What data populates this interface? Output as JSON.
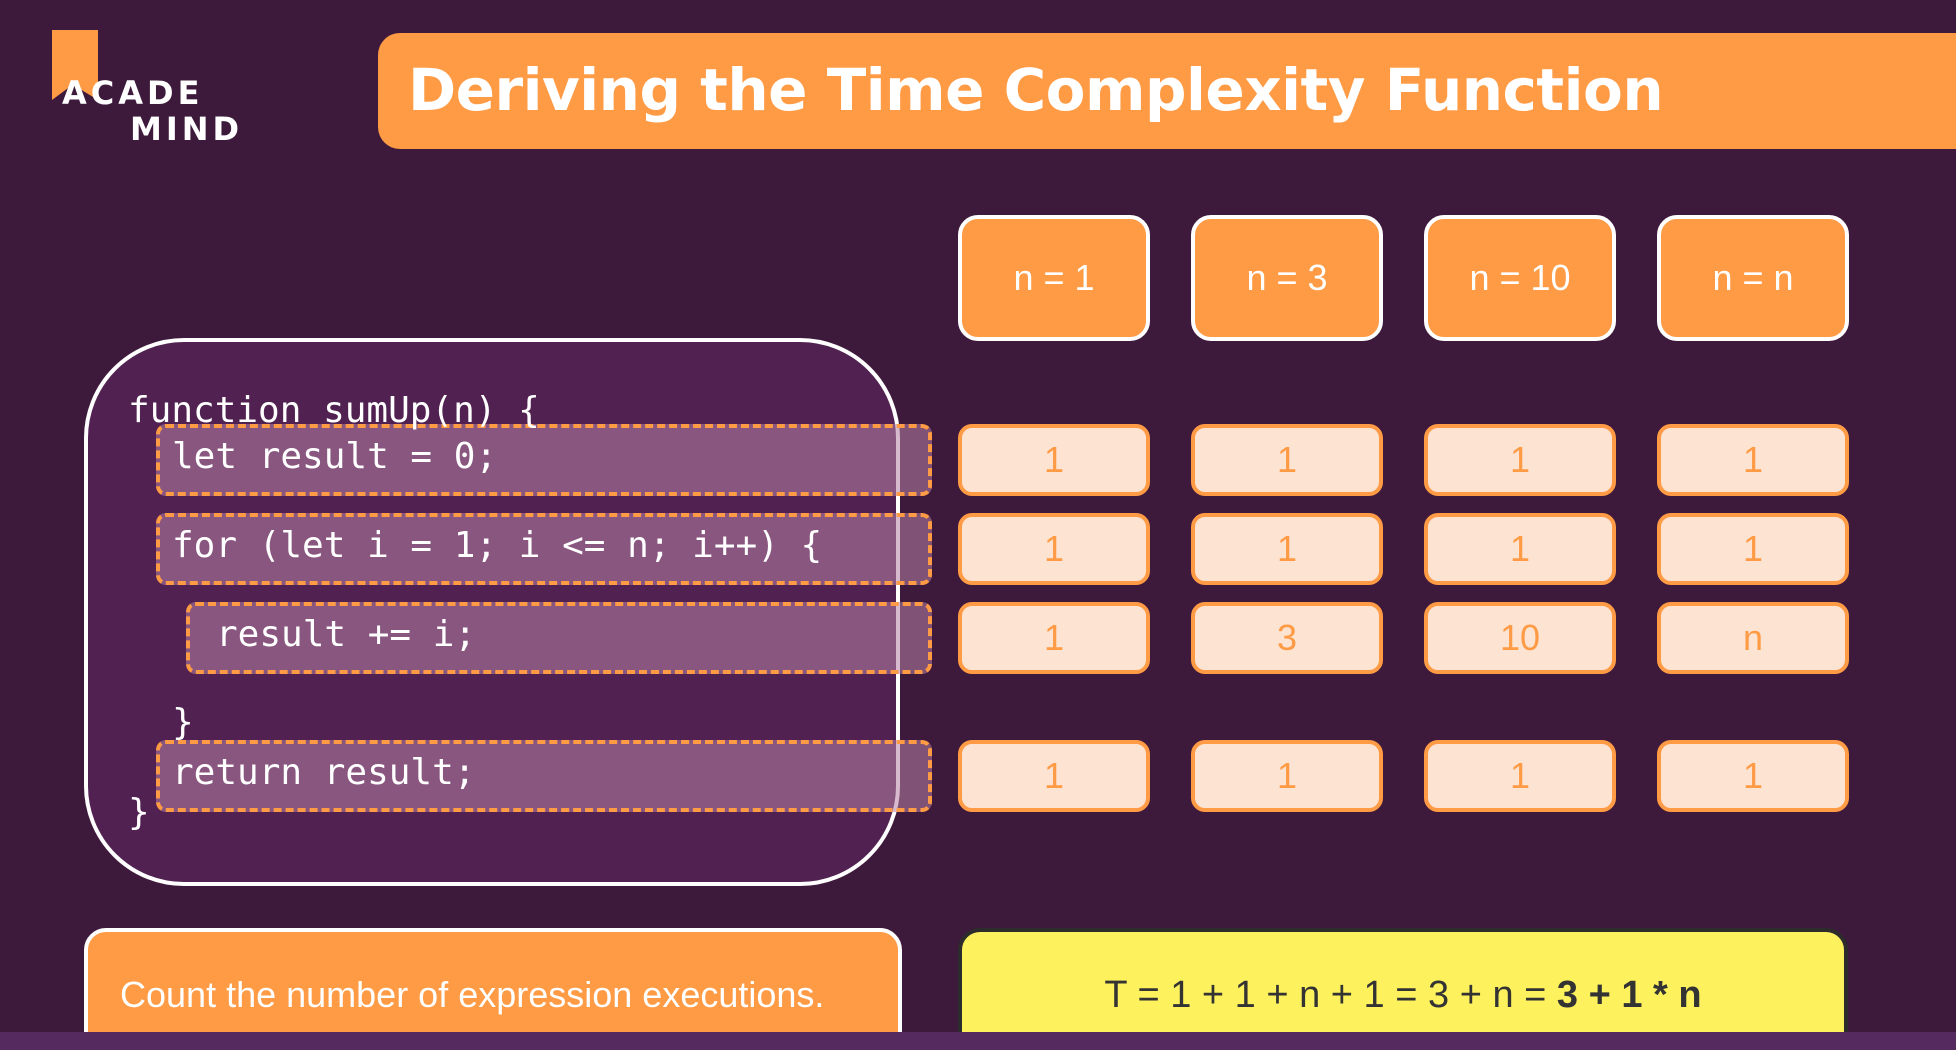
{
  "logo": {
    "line1": "ACADE",
    "line2": "MIND"
  },
  "title": "Deriving the Time Complexity Function",
  "code": {
    "line1": "function sumUp(n) {",
    "line2": "let result = 0;",
    "line3": "for (let i = 1; i <= n; i++) {",
    "line4": "result += i;",
    "line5": "}",
    "line6": "return result;",
    "line7": "}"
  },
  "columns": [
    "n = 1",
    "n = 3",
    "n = 10",
    "n = n"
  ],
  "rows": [
    [
      "1",
      "1",
      "1",
      "1"
    ],
    [
      "1",
      "1",
      "1",
      "1"
    ],
    [
      "1",
      "3",
      "10",
      "n"
    ],
    [
      "1",
      "1",
      "1",
      "1"
    ]
  ],
  "note": "Count the number of expression executions.",
  "formula": {
    "plain": "T = 1 + 1 + n + 1 = 3 + n = ",
    "bold": "3 + 1 * n"
  },
  "colors": {
    "background": "#3d1a3b",
    "accent": "#ff9a45",
    "cell_fill": "#fde3d1",
    "formula_fill": "#fdf25d"
  }
}
